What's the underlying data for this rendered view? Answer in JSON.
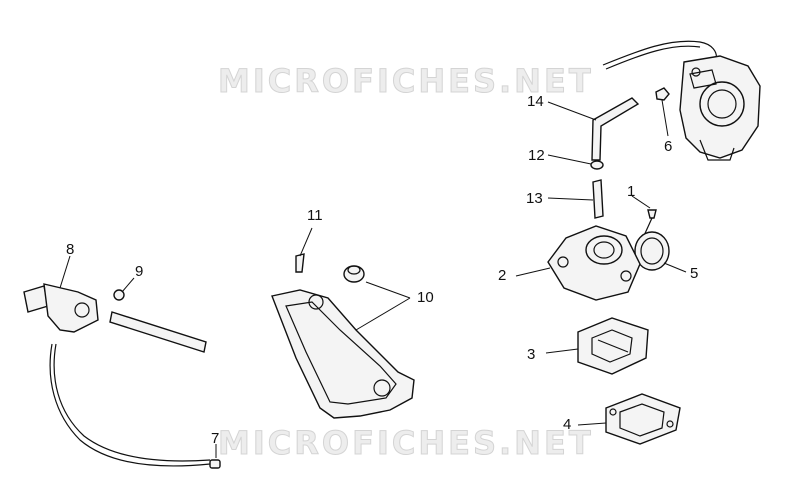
{
  "watermarks": [
    "MICROFICHES.NET",
    "MICROFICHES.NET"
  ],
  "callouts": [
    "1",
    "2",
    "3",
    "4",
    "5",
    "6",
    "7",
    "8",
    "9",
    "10",
    "11",
    "12",
    "13",
    "14"
  ],
  "colors": {
    "line": "#111111",
    "watermark": "#dcdcdc",
    "background": "#ffffff"
  }
}
